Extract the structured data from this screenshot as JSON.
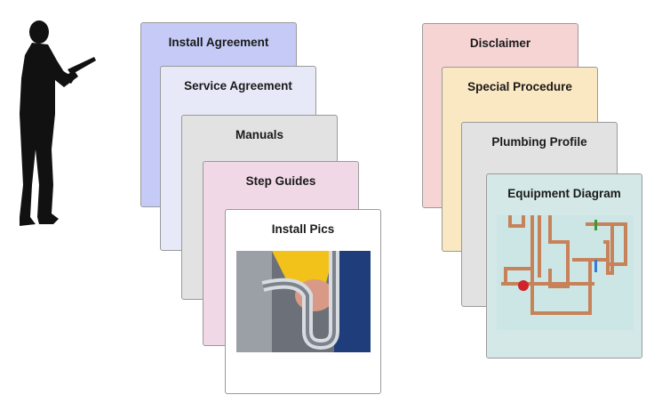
{
  "left_stack": [
    {
      "label": "Install Agreement",
      "color": "#c5cbf6"
    },
    {
      "label": "Service Agreement",
      "color": "#e7e9f8"
    },
    {
      "label": "Manuals",
      "color": "#e2e2e2"
    },
    {
      "label": "Step Guides",
      "color": "#f0d8e6"
    },
    {
      "label": "Install Pics",
      "color": "#ffffff"
    }
  ],
  "right_stack": [
    {
      "label": "Disclaimer",
      "color": "#f7d4d4"
    },
    {
      "label": "Special Procedure",
      "color": "#fae8c2"
    },
    {
      "label": "Plumbing Profile",
      "color": "#e2e2e2"
    },
    {
      "label": "Equipment Diagram",
      "color": "#d4e9e7"
    }
  ]
}
